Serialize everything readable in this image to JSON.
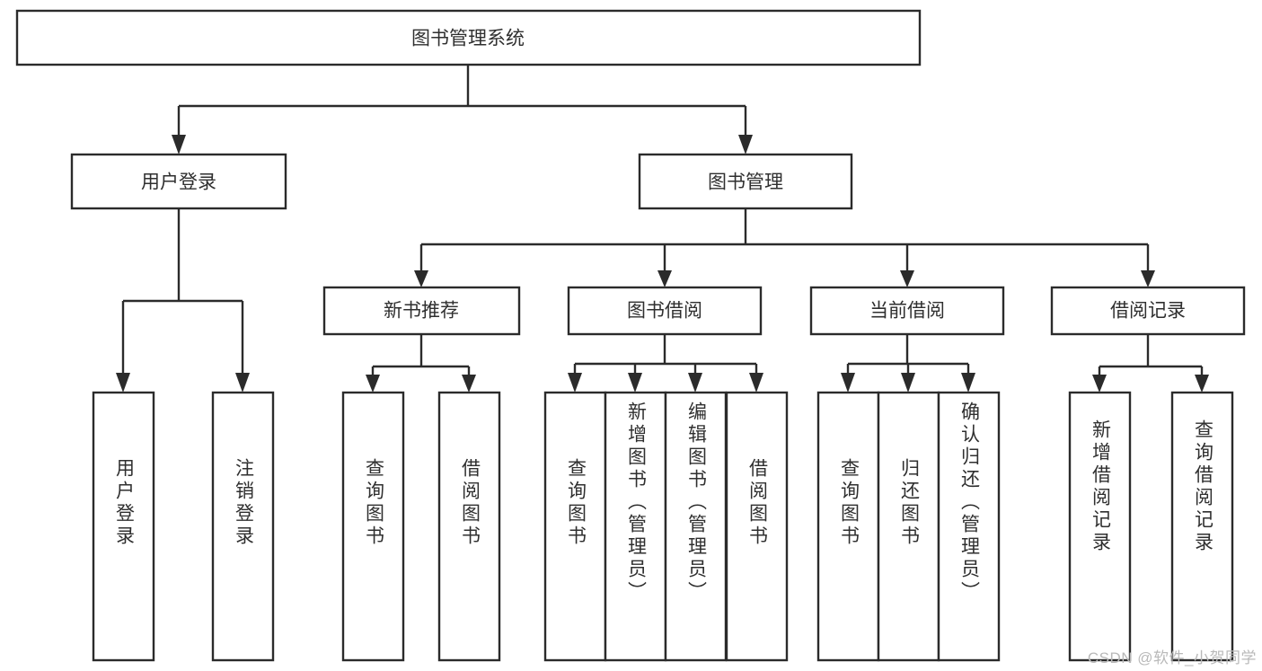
{
  "diagram": {
    "title": "图书管理系统",
    "type": "hierarchy-tree",
    "watermark": "CSDN @软件_小贺同学",
    "colors": {
      "stroke": "#2b2b2b",
      "text": "#2f2f2f",
      "background": "#ffffff",
      "watermark": "#b9b9b9"
    },
    "root": {
      "label": "图书管理系统",
      "orientation": "horizontal"
    },
    "level2": [
      {
        "id": "user-login",
        "label": "用户登录",
        "orientation": "horizontal"
      },
      {
        "id": "book-management",
        "label": "图书管理",
        "orientation": "horizontal"
      }
    ],
    "level3": [
      {
        "id": "new-book-recommend",
        "label": "新书推荐",
        "orientation": "horizontal",
        "parent": "book-management"
      },
      {
        "id": "book-borrow",
        "label": "图书借阅",
        "orientation": "horizontal",
        "parent": "book-management"
      },
      {
        "id": "current-borrow",
        "label": "当前借阅",
        "orientation": "horizontal",
        "parent": "book-management"
      },
      {
        "id": "borrow-record",
        "label": "借阅记录",
        "orientation": "horizontal",
        "parent": "book-management"
      }
    ],
    "leaves": {
      "user-login": [
        {
          "id": "leaf-user-login",
          "label": "用户登录"
        },
        {
          "id": "leaf-user-logout",
          "label": "注销登录"
        }
      ],
      "new-book-recommend": [
        {
          "id": "leaf-query-book-1",
          "label": "查询图书"
        },
        {
          "id": "leaf-borrow-book-1",
          "label": "借阅图书"
        }
      ],
      "book-borrow": [
        {
          "id": "leaf-query-book-2",
          "label": "查询图书"
        },
        {
          "id": "leaf-add-book",
          "label": "新增图书（管理员）"
        },
        {
          "id": "leaf-edit-book",
          "label": "编辑图书（管理员）"
        },
        {
          "id": "leaf-borrow-book-2",
          "label": "借阅图书"
        }
      ],
      "current-borrow": [
        {
          "id": "leaf-query-book-3",
          "label": "查询图书"
        },
        {
          "id": "leaf-return-book",
          "label": "归还图书"
        },
        {
          "id": "leaf-confirm-return",
          "label": "确认归还（管理员）"
        }
      ],
      "borrow-record": [
        {
          "id": "leaf-add-record",
          "label": "新增借阅记录"
        },
        {
          "id": "leaf-query-record",
          "label": "查询借阅记录"
        }
      ]
    }
  }
}
